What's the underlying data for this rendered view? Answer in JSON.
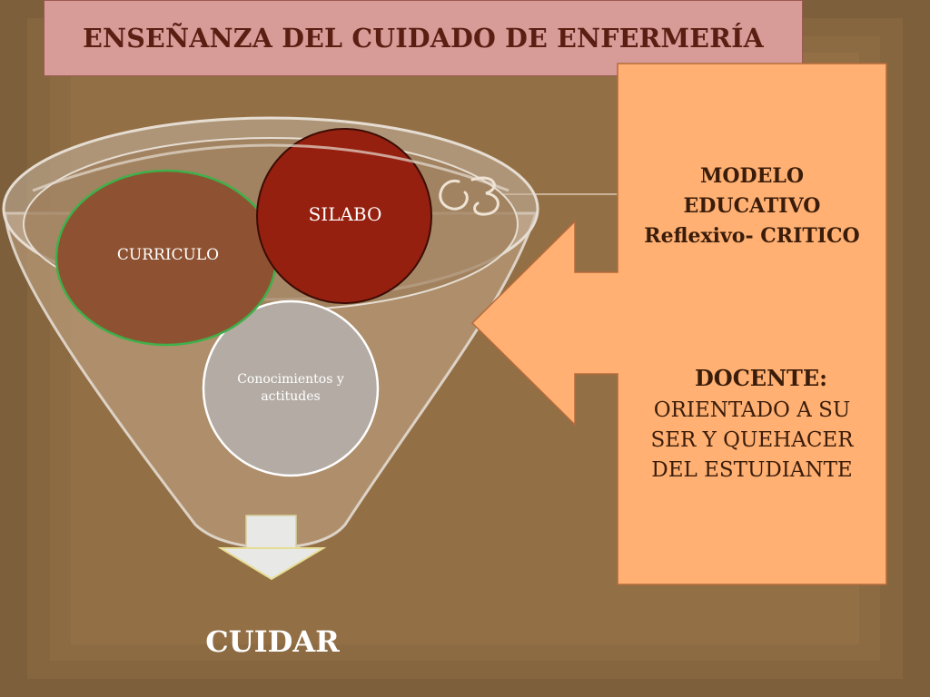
{
  "title": "ENSEÑANZA DEL CUIDADO  DE ENFERMERÍA",
  "funnel": {
    "silabo": "SILABO",
    "curriculo": "CURRICULO",
    "conocimientos": "Conocimientos y actitudes",
    "output": "CUIDAR"
  },
  "callout": {
    "modelo_line1": "MODELO",
    "modelo_line2": "EDUCATIVO",
    "modelo_line3": "Reflexivo- CRITICO",
    "docente_title": "DOCENTE:",
    "docente_line1": "ORIENTADO  A SU",
    "docente_line2": "SER   Y QUEHACER",
    "docente_line3": "DEL  ESTUDIANTE"
  },
  "colors": {
    "background": "#8a6a45",
    "title_box": "#d79c98",
    "title_text": "#5a1e12",
    "silabo": "#96200f",
    "curriculo": "#8e5232",
    "conocimientos": "#b4aca4",
    "callout": "#ffb072",
    "callout_text": "#3a1c0a"
  },
  "ornament_icon": "cursive-ornament-icon"
}
